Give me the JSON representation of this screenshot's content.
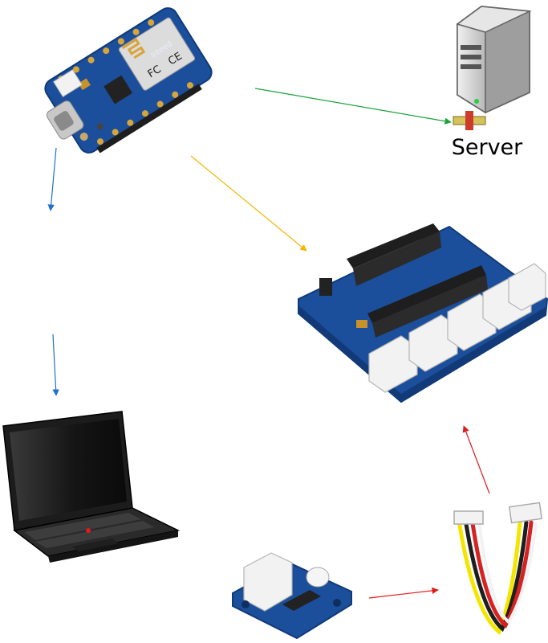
{
  "labels": {
    "server": "Server"
  },
  "board_markings": {
    "brand": "seeed",
    "fcc": "FC",
    "ce": "CE"
  },
  "colors": {
    "background": "#ffffff",
    "pcb_blue": "#1b4f9c",
    "pcb_blue_dark": "#123a78",
    "header_black": "#1e1e1e",
    "gold_pin": "#d8a53a",
    "connector_white": "#f2f2f2",
    "arrow_green": "#1aa33a",
    "arrow_orange": "#f5b400",
    "arrow_blue": "#1f6fd1",
    "arrow_red": "#e01b1b",
    "laptop_body": "#2a2a2a",
    "server_body": "#d9d9d9"
  },
  "nodes": [
    {
      "id": "xiao-esp32-board",
      "icon": "microcontroller-board-icon"
    },
    {
      "id": "server",
      "icon": "server-tower-icon"
    },
    {
      "id": "grove-expansion-shield",
      "icon": "expansion-board-icon"
    },
    {
      "id": "laptop",
      "icon": "laptop-icon"
    },
    {
      "id": "grove-light-sensor",
      "icon": "light-sensor-module-icon"
    },
    {
      "id": "grove-cable",
      "icon": "grove-cable-icon"
    }
  ],
  "edges": [
    {
      "from": "xiao-esp32-board",
      "to": "server",
      "color": "green"
    },
    {
      "from": "xiao-esp32-board",
      "to": "grove-expansion-shield",
      "color": "orange"
    },
    {
      "from": "xiao-esp32-board",
      "to": "laptop",
      "color": "blue"
    },
    {
      "from": "grove-light-sensor",
      "to": "grove-cable",
      "color": "red"
    },
    {
      "from": "grove-cable",
      "to": "grove-expansion-shield",
      "color": "red"
    }
  ]
}
